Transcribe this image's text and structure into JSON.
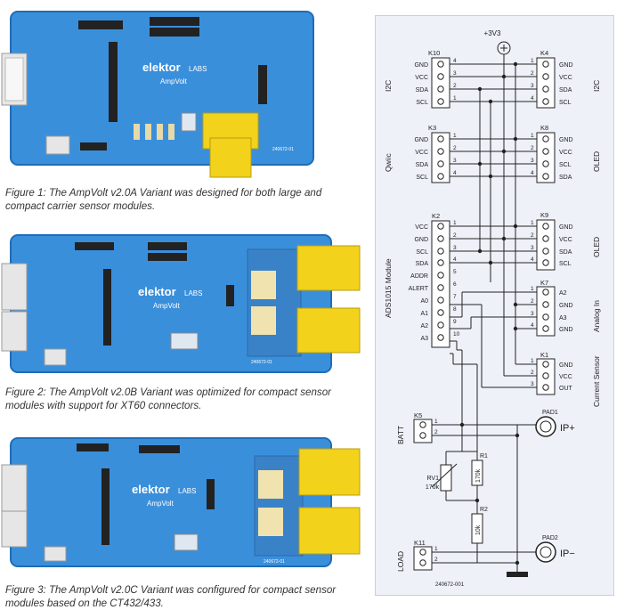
{
  "boards": [
    {
      "brand": "elektor",
      "brand_suffix": "LABS",
      "product": "AmpVolt",
      "board_label": "240672-01",
      "caption": "Figure 1: The AmpVolt v2.0A Variant was designed for both large and compact carrier sensor modules."
    },
    {
      "brand": "elektor",
      "brand_suffix": "LABS",
      "product": "AmpVolt",
      "board_label": "240672-01",
      "caption": "Figure 2: The AmpVolt v2.0B Variant was optimized for compact sensor modules with support for XT60 connectors."
    },
    {
      "brand": "elektor",
      "brand_suffix": "LABS",
      "product": "AmpVolt",
      "board_label": "240672-01",
      "caption": "Figure 3: The AmpVolt v2.0C Variant was configured for compact sensor modules based on the CT432/433."
    }
  ],
  "colors": {
    "pcb_blue": "#3a8fdb",
    "pcb_edge": "#1f6cb8",
    "connector_yellow": "#f2d21b",
    "schematic_bg": "#eef1f8",
    "wire": "#222222"
  },
  "schematic": {
    "supply": "+3V3",
    "drawing_number": "240672-001",
    "connectors": {
      "k10": {
        "ref": "K10",
        "title": "I2C",
        "pins": [
          "GND",
          "VCC",
          "SDA",
          "SCL"
        ],
        "numbers": [
          "4",
          "3",
          "2",
          "1"
        ]
      },
      "k4": {
        "ref": "K4",
        "title": "I2C",
        "pins": [
          "GND",
          "VCC",
          "SDA",
          "SCL"
        ],
        "numbers": [
          "1",
          "2",
          "3",
          "4"
        ]
      },
      "k3": {
        "ref": "K3",
        "title": "Qwiic",
        "pins": [
          "GND",
          "VCC",
          "SDA",
          "SCL"
        ],
        "numbers": [
          "1",
          "2",
          "3",
          "4"
        ]
      },
      "k8": {
        "ref": "K8",
        "title": "OLED",
        "pins": [
          "GND",
          "VCC",
          "SCL",
          "SDA"
        ],
        "numbers": [
          "1",
          "2",
          "3",
          "4"
        ]
      },
      "k9": {
        "ref": "K9",
        "title": "OLED",
        "pins": [
          "GND",
          "VCC",
          "SDA",
          "SCL"
        ],
        "numbers": [
          "1",
          "2",
          "3",
          "4"
        ]
      },
      "k2": {
        "ref": "K2",
        "title": "ADS1015 Module",
        "pins": [
          "VCC",
          "GND",
          "SCL",
          "SDA",
          "ADDR",
          "ALERT",
          "A0",
          "A1",
          "A2",
          "A3"
        ],
        "numbers": [
          "1",
          "2",
          "3",
          "4",
          "5",
          "6",
          "7",
          "8",
          "9",
          "10"
        ]
      },
      "k7": {
        "ref": "K7",
        "title": "Analog In",
        "pins": [
          "A2",
          "GND",
          "A3",
          "GND"
        ],
        "numbers": [
          "1",
          "2",
          "3",
          "4"
        ]
      },
      "k1": {
        "ref": "K1",
        "title": "Current Sensor",
        "pins": [
          "GND",
          "VCC",
          "OUT"
        ],
        "numbers": [
          "1",
          "2",
          "3"
        ]
      },
      "k5": {
        "ref": "K5",
        "title": "BATT",
        "numbers": [
          "1",
          "2"
        ]
      },
      "k11": {
        "ref": "K11",
        "title": "LOAD",
        "numbers": [
          "1",
          "2"
        ]
      }
    },
    "pads": {
      "pad1": {
        "ref": "PAD1",
        "label": "IP+"
      },
      "pad2": {
        "ref": "PAD2",
        "label": "IP−"
      }
    },
    "resistors": {
      "rv1": {
        "ref": "RV1",
        "value": "170k"
      },
      "r1": {
        "ref": "R1",
        "value": "170k"
      },
      "r2": {
        "ref": "R2",
        "value": "10k"
      }
    }
  }
}
